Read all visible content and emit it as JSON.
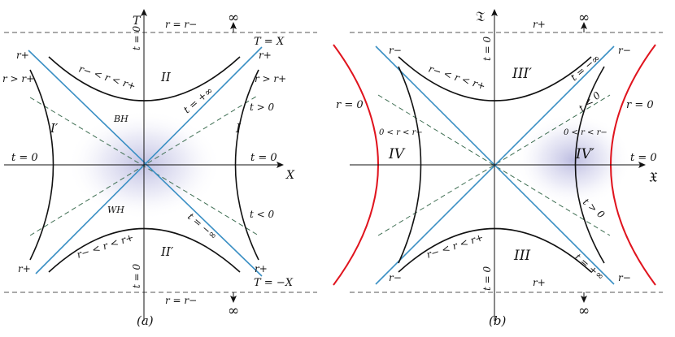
{
  "panel_a": {
    "caption": "(a)",
    "axis_x": "X",
    "axis_y": "T",
    "r_minus_top": "r = r−",
    "r_minus_bottom": "r = r−",
    "infinity": "∞",
    "line_pos": "T = X",
    "line_neg": "T = −X",
    "t_zero": "t = 0",
    "r_plus": "r+",
    "r_gt_rplus": "r > r+",
    "region_top": "II",
    "region_bottom": "II′",
    "region_right": "I",
    "region_left": "I′",
    "bh": "BH",
    "wh": "WH",
    "range": "r− < r < r+",
    "t_pos_inf": "t = +∞",
    "t_neg_inf": "t = −∞",
    "t_gt0": "t > 0",
    "t_lt0": "t < 0"
  },
  "panel_b": {
    "caption": "(b)",
    "axis_x": "𝔛",
    "axis_y": "𝔗",
    "r_plus": "r+",
    "r_minus": "r−",
    "r_zero": "r = 0",
    "t_zero": "t = 0",
    "infinity": "∞",
    "region_top": "III′",
    "region_bottom": "III",
    "region_left": "IV",
    "region_right": "IV′",
    "inner_range": "0 < r < r−",
    "range": "r− < r < r+",
    "t_neg_inf": "t = −∞",
    "t_pos_inf": "t = +∞",
    "t_lt0": "t < 0",
    "t_gt0": "t > 0"
  },
  "colors": {
    "horizon": "#3a8fc4",
    "singularity": "#e0141e",
    "dashed_green": "#3e6e52",
    "axis": "#111111",
    "glow": "#5a5ab4"
  }
}
